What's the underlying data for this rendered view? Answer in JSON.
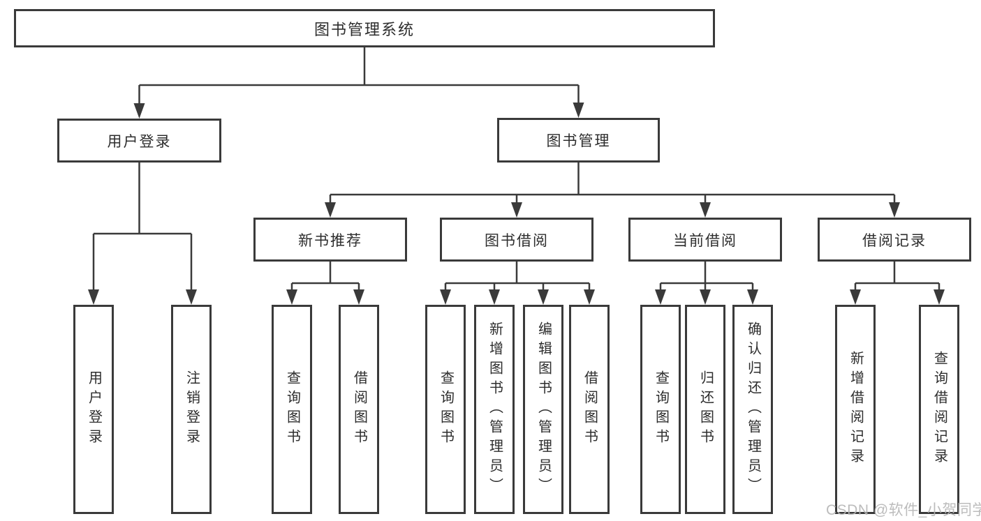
{
  "tree": {
    "root": {
      "label": "图书管理系统"
    },
    "branches": [
      {
        "label": "用户登录",
        "children": [
          {
            "label": "用户登录"
          },
          {
            "label": "注销登录"
          }
        ]
      },
      {
        "label": "图书管理",
        "groups": [
          {
            "label": "新书推荐",
            "children": [
              {
                "label": "查询图书"
              },
              {
                "label": "借阅图书"
              }
            ]
          },
          {
            "label": "图书借阅",
            "children": [
              {
                "label": "查询图书"
              },
              {
                "label": "新增图书（管理员）"
              },
              {
                "label": "编辑图书（管理员）"
              },
              {
                "label": "借阅图书"
              }
            ]
          },
          {
            "label": "当前借阅",
            "children": [
              {
                "label": "查询图书"
              },
              {
                "label": "归还图书"
              },
              {
                "label": "确认归还（管理员）"
              }
            ]
          },
          {
            "label": "借阅记录",
            "children": [
              {
                "label": "新增借阅记录"
              },
              {
                "label": "查询借阅记录"
              }
            ]
          }
        ]
      }
    ]
  },
  "watermark": "CSDN @软件_小贺同学",
  "colors": {
    "line": "#3a3a3a",
    "box_border": "#3a3a3a",
    "text": "#2d2d2d",
    "background": "#ffffff",
    "watermark": "#b5b5b5"
  }
}
